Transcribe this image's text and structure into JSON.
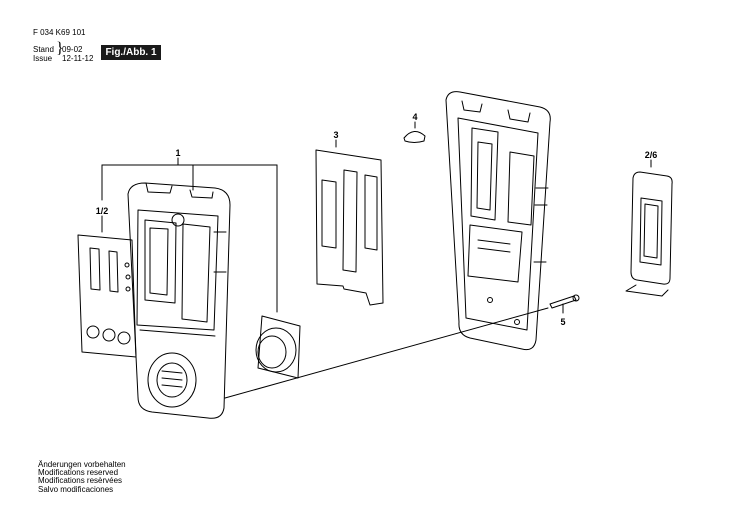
{
  "header": {
    "doc_number": "F 034 K69 101",
    "stand_label": "Stand",
    "stand_value": "09-02",
    "issue_label": "Issue",
    "issue_value": "12-11-12",
    "figure_badge": "Fig./Abb. 1"
  },
  "part_labels": {
    "p1": "1",
    "p1_2": "1/2",
    "p3": "3",
    "p4": "4",
    "p2_6": "2/6",
    "p5": "5"
  },
  "footer": {
    "lines": [
      "Änderungen vorbehalten",
      "Modifications reserved",
      "Modifications resèrvées",
      "Salvo modificaciones"
    ]
  },
  "colors": {
    "line": "#000000",
    "badge_background": "#1a1a1a",
    "badge_text": "#ffffff"
  }
}
